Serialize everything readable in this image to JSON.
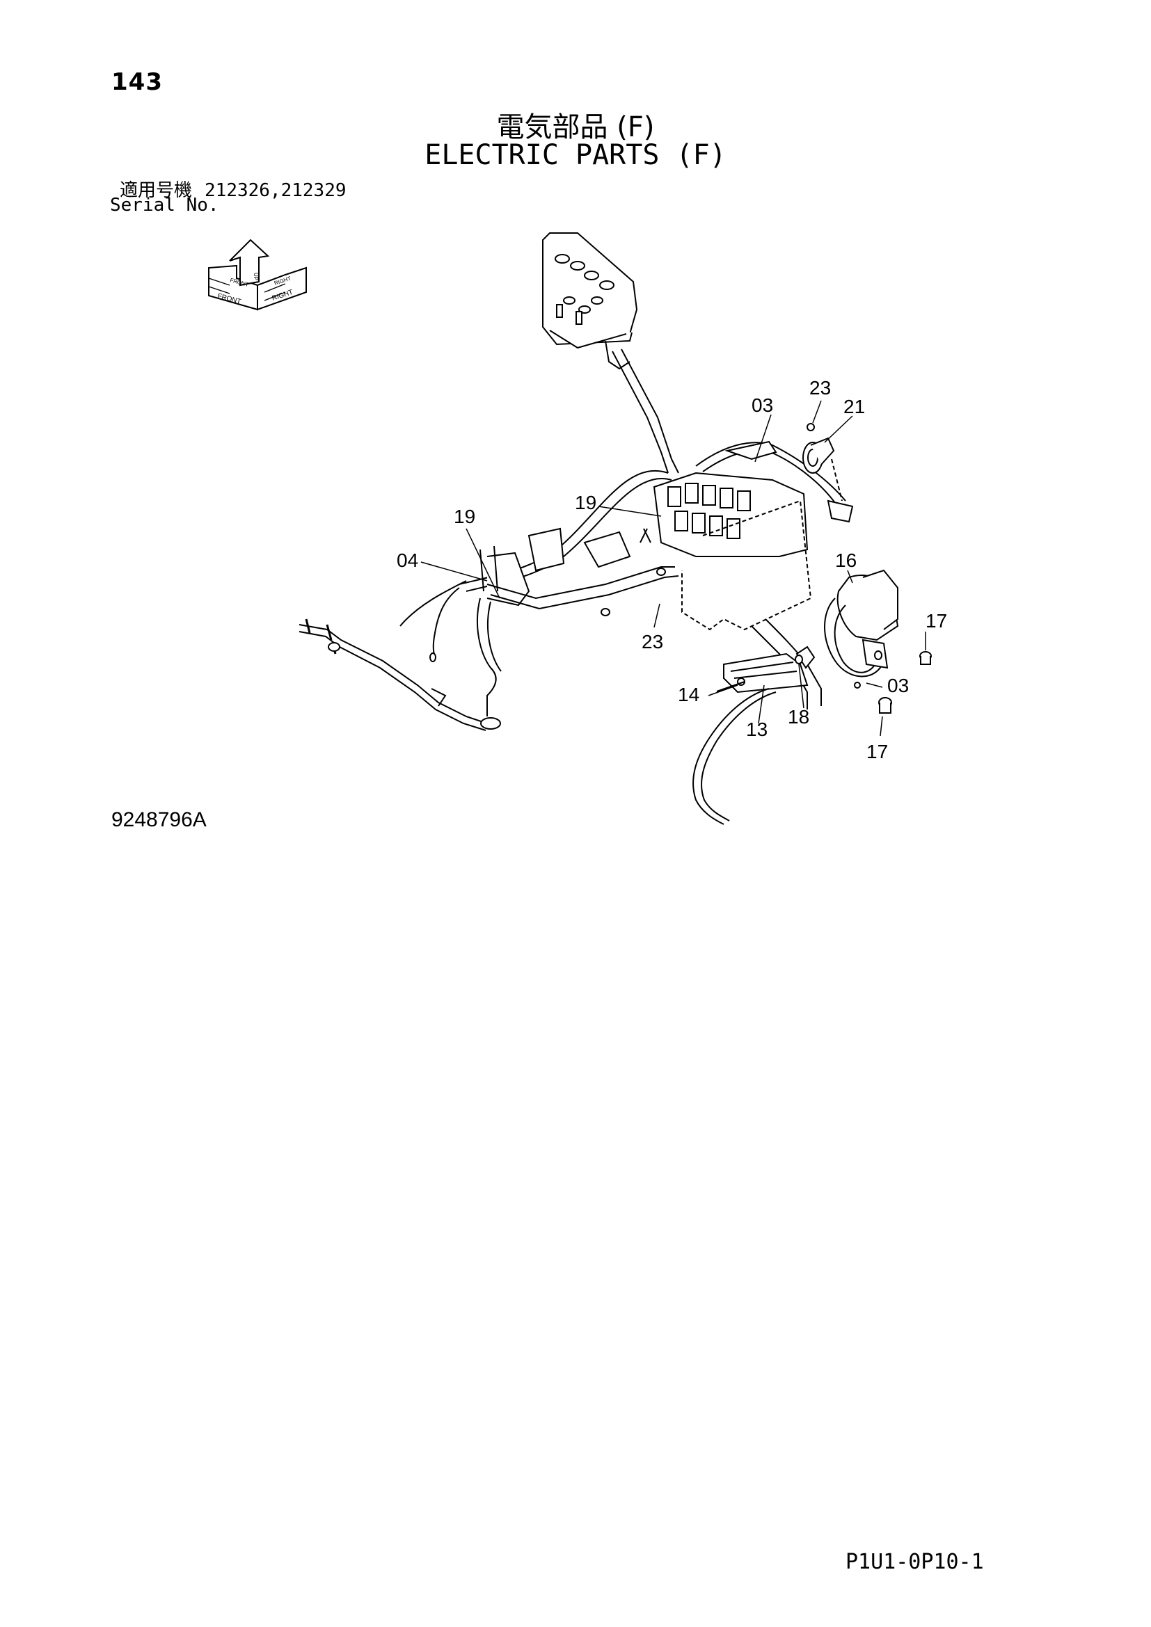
{
  "page": {
    "number": "143",
    "title_jp": "電気部品 (F)",
    "title_en": "ELECTRIC PARTS (F)",
    "serial_label_jp": "適用号機",
    "serial_numbers": "212326,212329",
    "serial_label_en": "Serial No.",
    "drawing_code": "9248796A",
    "footer_code": "P1U1-0P10-1"
  },
  "orientation_icon": {
    "icon": "direction-arrows-icon",
    "labels": [
      "FRONT",
      "RIGHT",
      "FRONT",
      "UP",
      "RIGHT"
    ]
  },
  "callouts": [
    "23",
    "03",
    "21",
    "19",
    "19",
    "04",
    "16",
    "17",
    "23",
    "03",
    "14",
    "13",
    "18",
    "17"
  ]
}
